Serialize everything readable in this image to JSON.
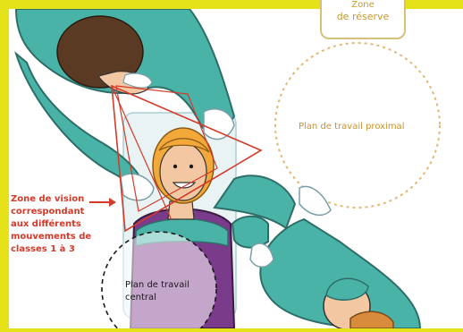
{
  "zone_reserve": {
    "line1": "Zone",
    "line2": "de réserve"
  },
  "plan_proximal": "Plan de travail proximal",
  "zone_vision": {
    "lines": [
      "Zone de vision",
      "correspondant",
      "aux différents",
      "mouvements de",
      "classes 1 à 3"
    ]
  },
  "plan_central": {
    "lines": [
      "Plan de travail",
      "central"
    ]
  },
  "colors": {
    "background_border": "#e6e219",
    "scrubs": "#4ab3a8",
    "vision_zone": "#d23a2a",
    "proximal_circle": "#e0b878",
    "hair_dentist": "#5a3a22",
    "hair_patient": "#f2a93a",
    "patient_shirt": "#7a3b8a"
  }
}
